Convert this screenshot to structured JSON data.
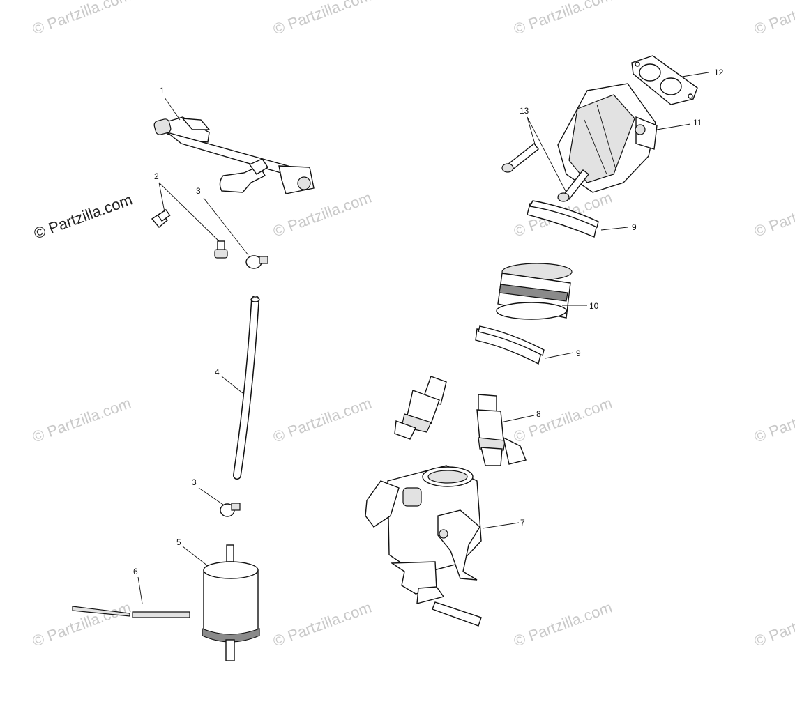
{
  "watermarks": {
    "faint": "© Partzilla.com",
    "strong": "© Partzilla.com"
  },
  "callouts": {
    "c1": "1",
    "c2": "2",
    "c3a": "3",
    "c3b": "3",
    "c4": "4",
    "c5": "5",
    "c6": "6",
    "c7": "7",
    "c8": "8",
    "c9a": "9",
    "c9b": "9",
    "c10": "10",
    "c11": "11",
    "c12": "12",
    "c13": "13"
  }
}
